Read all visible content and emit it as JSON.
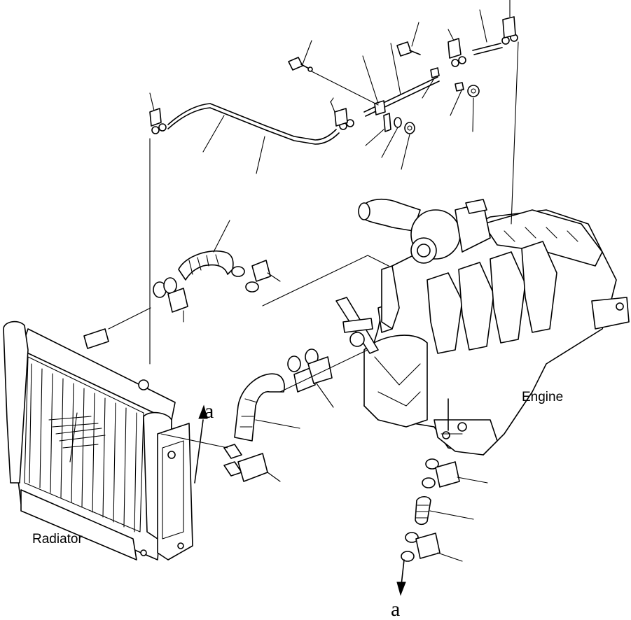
{
  "labels": {
    "radiator": "Radiator",
    "engine": "Engine",
    "ref_a_upper": "a",
    "ref_a_lower": "a"
  }
}
